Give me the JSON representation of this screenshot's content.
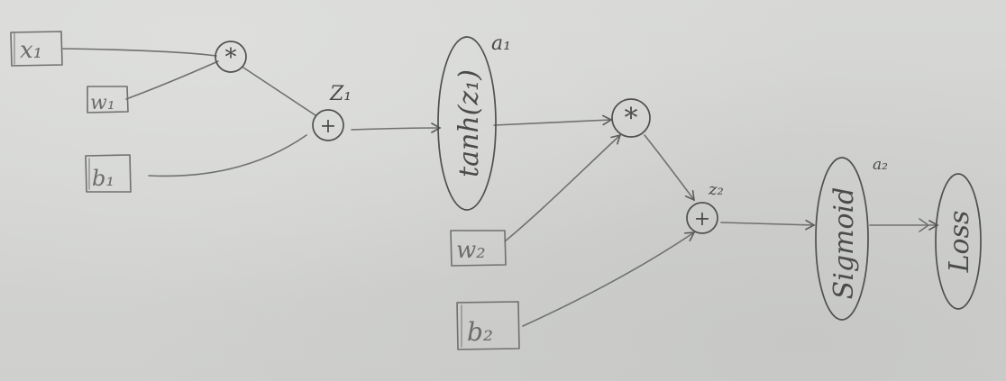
{
  "nodes": {
    "x1": "x₁",
    "w1": "w₁",
    "b1": "b₁",
    "w2": "w₂",
    "b2": "b₂",
    "mul1": "*",
    "add1": "+",
    "mul2": "*",
    "add2": "+",
    "tanh": "tanh(z₁)",
    "sigmoid": "Sigmoid",
    "loss": "Loss"
  },
  "labels": {
    "z1": "Z₁",
    "a1": "a₁",
    "z2": "z₂",
    "a2": "a₂"
  }
}
